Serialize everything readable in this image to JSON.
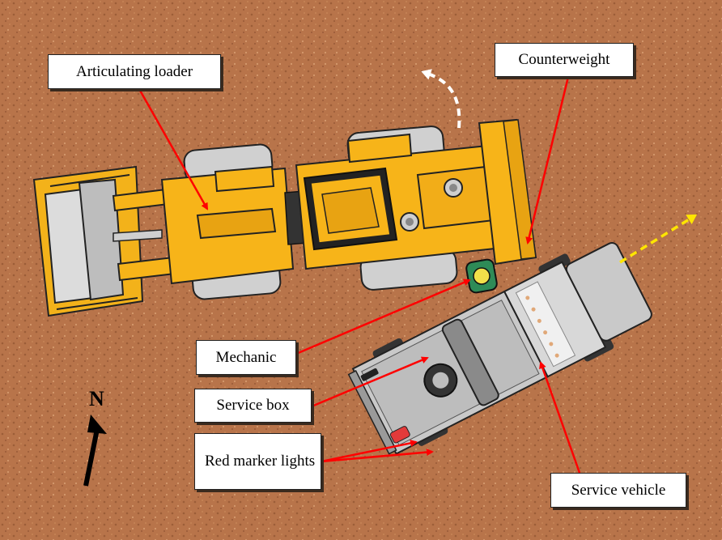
{
  "labels": {
    "articulating_loader": "Articulating loader",
    "counterweight": "Counterweight",
    "mechanic": "Mechanic",
    "service_box": "Service box",
    "red_marker_lights": "Red marker lights",
    "service_vehicle": "Service vehicle"
  },
  "compass": {
    "north": "N"
  },
  "colors": {
    "ground": "#b8744a",
    "loader": "#f7b419",
    "vehicle": "#c9c9c9",
    "callout_arrow": "#ff0000",
    "motion_arrow_loader": "#ffffff",
    "motion_arrow_vehicle": "#ffe600",
    "mechanic": "#2e8b57"
  },
  "icons": [
    "north-arrow-icon",
    "loader-turn-arrow-icon",
    "vehicle-motion-arrow-icon"
  ]
}
